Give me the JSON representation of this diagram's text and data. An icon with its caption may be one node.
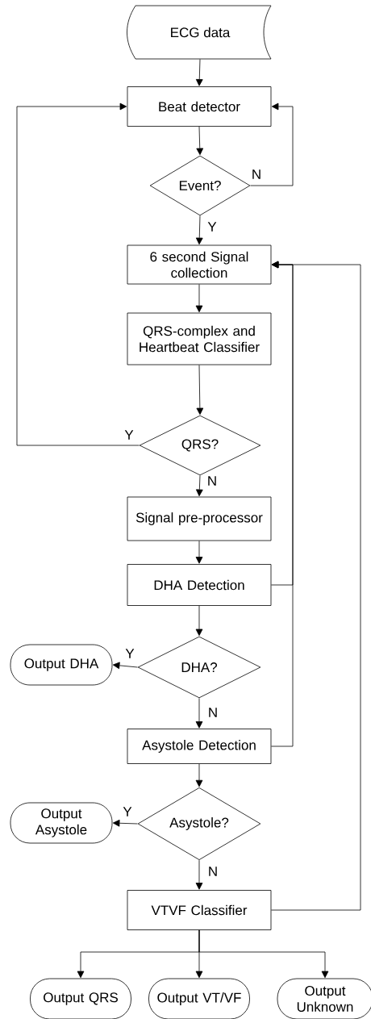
{
  "diagram": {
    "nodes": [
      {
        "text": [
          "ECG data"
        ]
      },
      {
        "text": [
          "Beat detector"
        ]
      },
      {
        "text": [
          "Event?"
        ]
      },
      {
        "text": [
          "6 second Signal collection"
        ]
      },
      {
        "text": [
          "QRS-complex and Heartbeat Classifier"
        ]
      },
      {
        "text": [
          "QRS?"
        ]
      },
      {
        "text": [
          "Signal pre-processor"
        ]
      },
      {
        "text": [
          "DHA Detection"
        ]
      },
      {
        "text": [
          "DHA?"
        ]
      },
      {
        "text": [
          "Output DHA"
        ]
      },
      {
        "text": [
          "Asystole Detection"
        ]
      },
      {
        "text": [
          "Asystole?"
        ]
      },
      {
        "text": [
          "Output Asystole"
        ]
      },
      {
        "text": [
          "VTVF Classifier"
        ]
      },
      {
        "text": [
          "Output QRS"
        ]
      },
      {
        "text": [
          "Output VT/VF"
        ]
      },
      {
        "text": [
          "Output Unknown"
        ]
      }
    ],
    "edges": [
      {
        "from": 0,
        "to": 1,
        "arrow": "to"
      },
      {
        "from": 1,
        "to": 2,
        "arrow": "to"
      },
      {
        "from": 2,
        "to": 1,
        "arrow": "to",
        "label": "N"
      },
      {
        "from": 2,
        "to": 3,
        "arrow": "to",
        "label": "Y"
      },
      {
        "from": 3,
        "to": 4,
        "arrow": "to"
      },
      {
        "from": 4,
        "to": 5,
        "arrow": "to"
      },
      {
        "from": 5,
        "to": 1,
        "arrow": "to",
        "label": "Y"
      },
      {
        "from": 5,
        "to": 6,
        "arrow": "to",
        "label": "N"
      },
      {
        "from": 6,
        "to": 7,
        "arrow": "to"
      },
      {
        "from": 7,
        "to": 3,
        "arrow": "to"
      },
      {
        "from": 7,
        "to": 8,
        "arrow": "to"
      },
      {
        "from": 8,
        "to": 9,
        "arrow": "to",
        "label": "Y"
      },
      {
        "from": 8,
        "to": 10,
        "arrow": "to",
        "label": "N"
      },
      {
        "from": 10,
        "to": 3,
        "arrow": "to"
      },
      {
        "from": 10,
        "to": 11,
        "arrow": "to"
      },
      {
        "from": 11,
        "to": 12,
        "arrow": "to",
        "label": "Y"
      },
      {
        "from": 11,
        "to": 13,
        "arrow": "to",
        "label": "N"
      },
      {
        "from": 13,
        "to": 3,
        "arrow": "to"
      },
      {
        "from": 13,
        "to": 14,
        "arrow": "to"
      },
      {
        "from": 13,
        "to": 15,
        "arrow": "to"
      },
      {
        "from": 13,
        "to": 16,
        "arrow": "to"
      }
    ]
  }
}
